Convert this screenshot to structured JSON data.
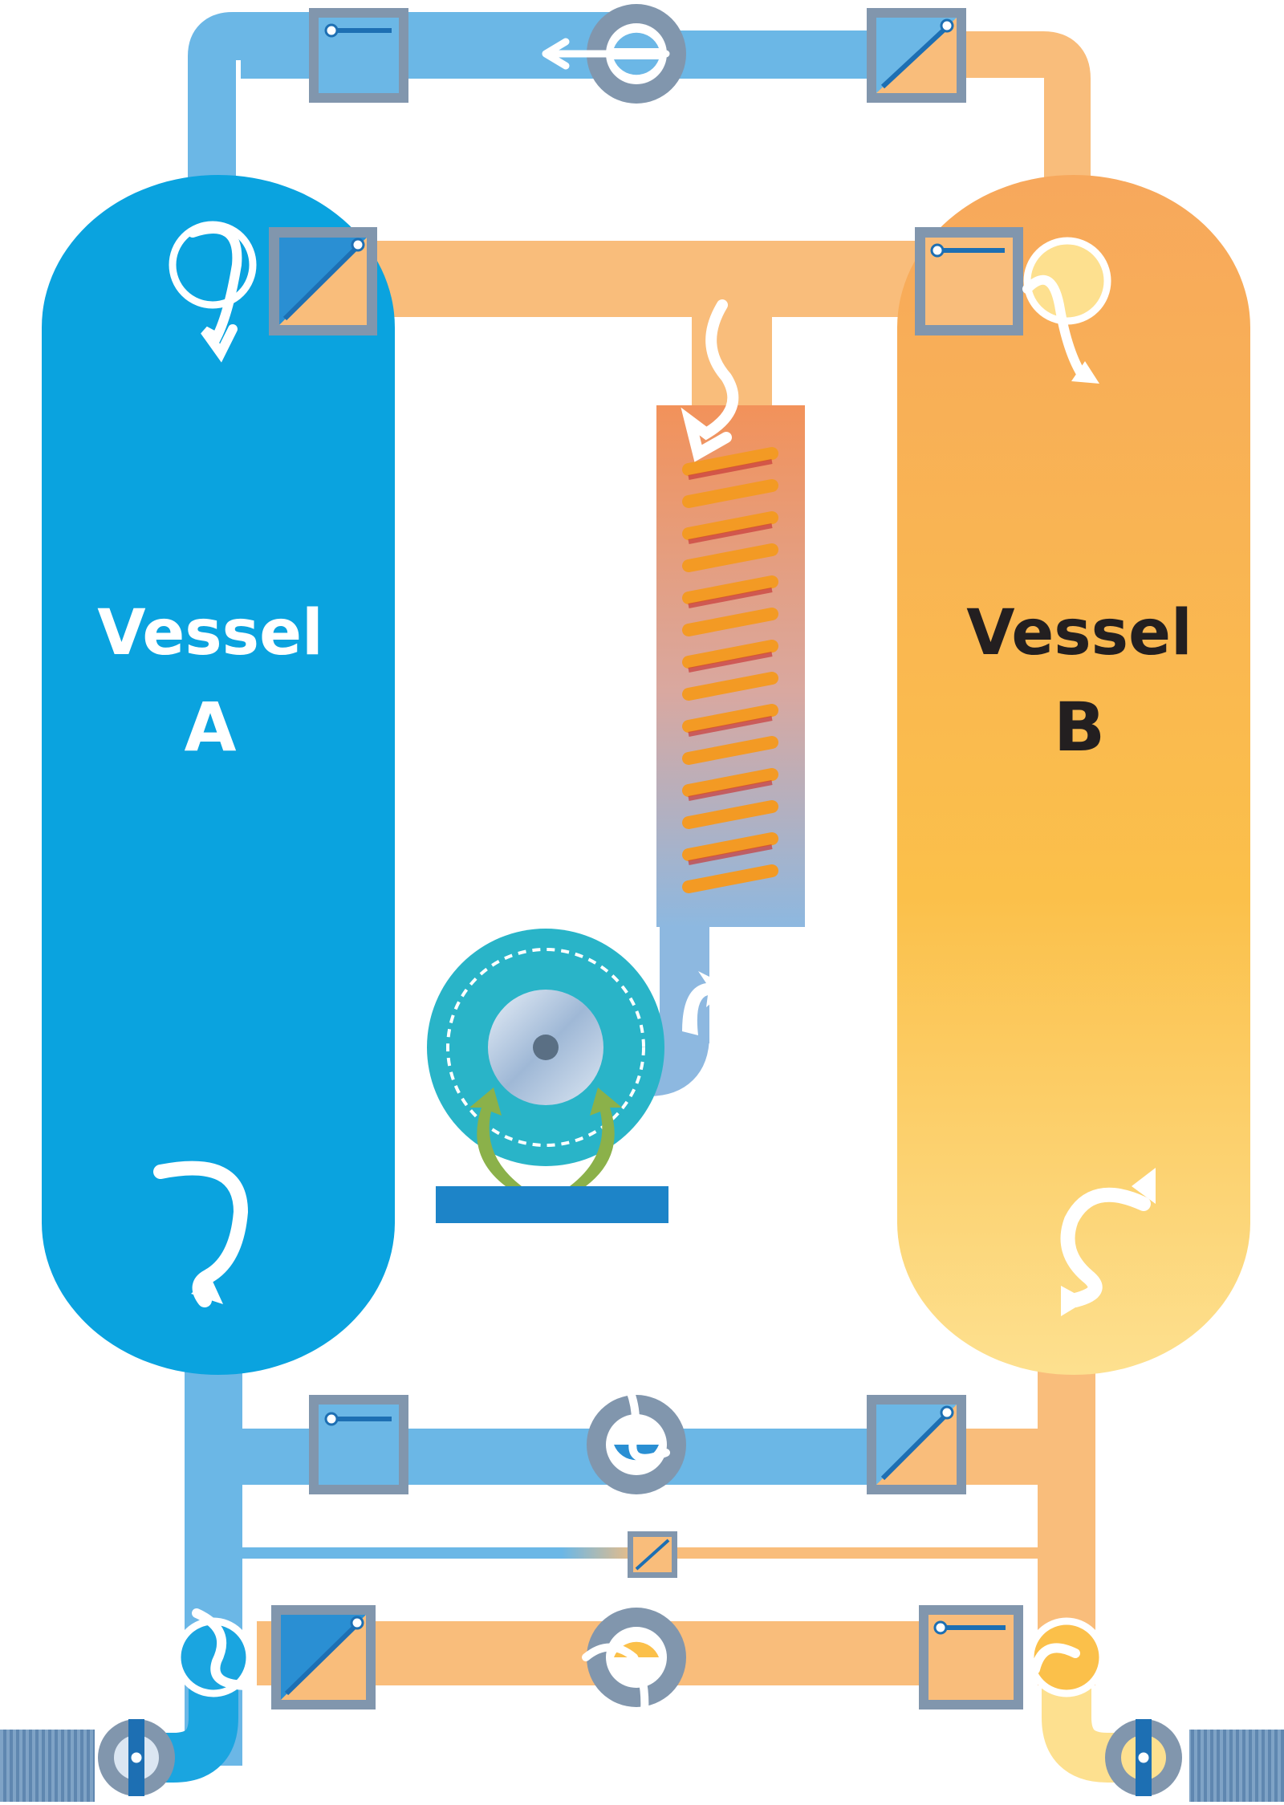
{
  "vessels": {
    "a": {
      "label": "Vessel",
      "letter": "A",
      "color": "#0aa3df"
    },
    "b": {
      "label": "Vessel",
      "letter": "B",
      "color": "#f7ad5e"
    }
  },
  "colors": {
    "cool_pipe": "#6bb7e6",
    "warm_pipe": "#f9bd7b",
    "valve_frame": "#8196ad",
    "blower": "#29b4c8",
    "heater_coil": "#f39a24",
    "label_dark": "#231f20",
    "label_light": "#ffffff"
  },
  "icons": [
    "butterfly-valve-icon",
    "check-valve-icon",
    "flow-arrow-icon",
    "heater-coil-icon",
    "blower-fan-icon",
    "silencer-icon"
  ]
}
